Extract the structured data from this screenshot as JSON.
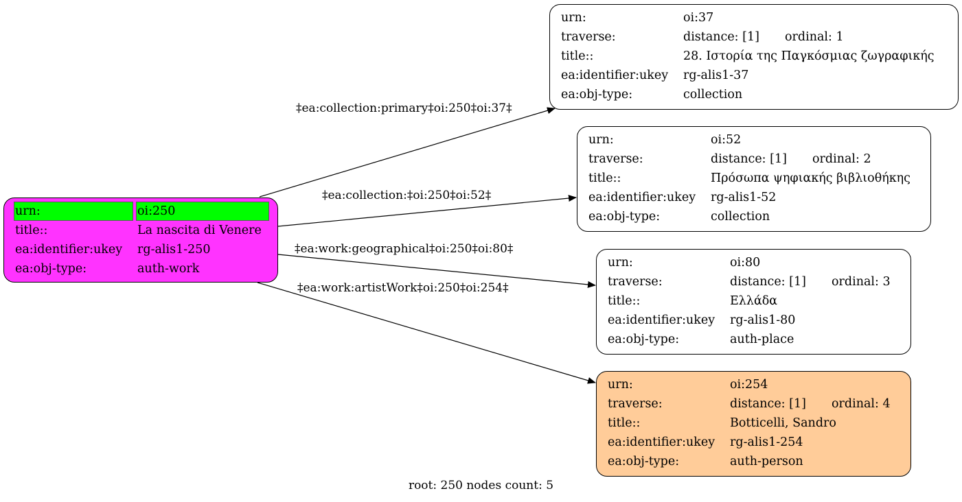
{
  "colors": {
    "root_fill": "#ff33ff",
    "urn_highlight": "#00ff00",
    "person_fill": "#ffcc99",
    "default_fill": "#ffffff"
  },
  "root": {
    "rows": [
      {
        "k": "urn:",
        "v": "oi:250"
      },
      {
        "k": "title::",
        "v": "La nascita di Venere"
      },
      {
        "k": "ea:identifier:ukey",
        "v": "rg-alis1-250"
      },
      {
        "k": "ea:obj-type:",
        "v": "auth-work"
      }
    ]
  },
  "nodes": [
    {
      "urn": {
        "k": "urn:",
        "v": "oi:37"
      },
      "traverse": {
        "k": "traverse:",
        "distance": "distance: [1]",
        "ordinal": "ordinal: 1"
      },
      "title": {
        "k": "title::",
        "v": "28. Ιστορία της Παγκόσμιας ζωγραφικής"
      },
      "ukey": {
        "k": "ea:identifier:ukey",
        "v": "rg-alis1-37"
      },
      "type": {
        "k": "ea:obj-type:",
        "v": "collection"
      }
    },
    {
      "urn": {
        "k": "urn:",
        "v": "oi:52"
      },
      "traverse": {
        "k": "traverse:",
        "distance": "distance: [1]",
        "ordinal": "ordinal: 2"
      },
      "title": {
        "k": "title::",
        "v": "Πρόσωπα ψηφιακής βιβλιοθήκης"
      },
      "ukey": {
        "k": "ea:identifier:ukey",
        "v": "rg-alis1-52"
      },
      "type": {
        "k": "ea:obj-type:",
        "v": "collection"
      }
    },
    {
      "urn": {
        "k": "urn:",
        "v": "oi:80"
      },
      "traverse": {
        "k": "traverse:",
        "distance": "distance: [1]",
        "ordinal": "ordinal: 3"
      },
      "title": {
        "k": "title::",
        "v": "Ελλάδα"
      },
      "ukey": {
        "k": "ea:identifier:ukey",
        "v": "rg-alis1-80"
      },
      "type": {
        "k": "ea:obj-type:",
        "v": "auth-place"
      }
    },
    {
      "urn": {
        "k": "urn:",
        "v": "oi:254"
      },
      "traverse": {
        "k": "traverse:",
        "distance": "distance: [1]",
        "ordinal": "ordinal: 4"
      },
      "title": {
        "k": "title::",
        "v": "Botticelli, Sandro"
      },
      "ukey": {
        "k": "ea:identifier:ukey",
        "v": "rg-alis1-254"
      },
      "type": {
        "k": "ea:obj-type:",
        "v": "auth-person"
      }
    }
  ],
  "edges": [
    "‡ea:collection:primary‡oi:250‡oi:37‡",
    "‡ea:collection:‡oi:250‡oi:52‡",
    "‡ea:work:geographical‡oi:250‡oi:80‡",
    "‡ea:work:artistWork‡oi:250‡oi:254‡"
  ],
  "footer": "root: 250 nodes count: 5"
}
